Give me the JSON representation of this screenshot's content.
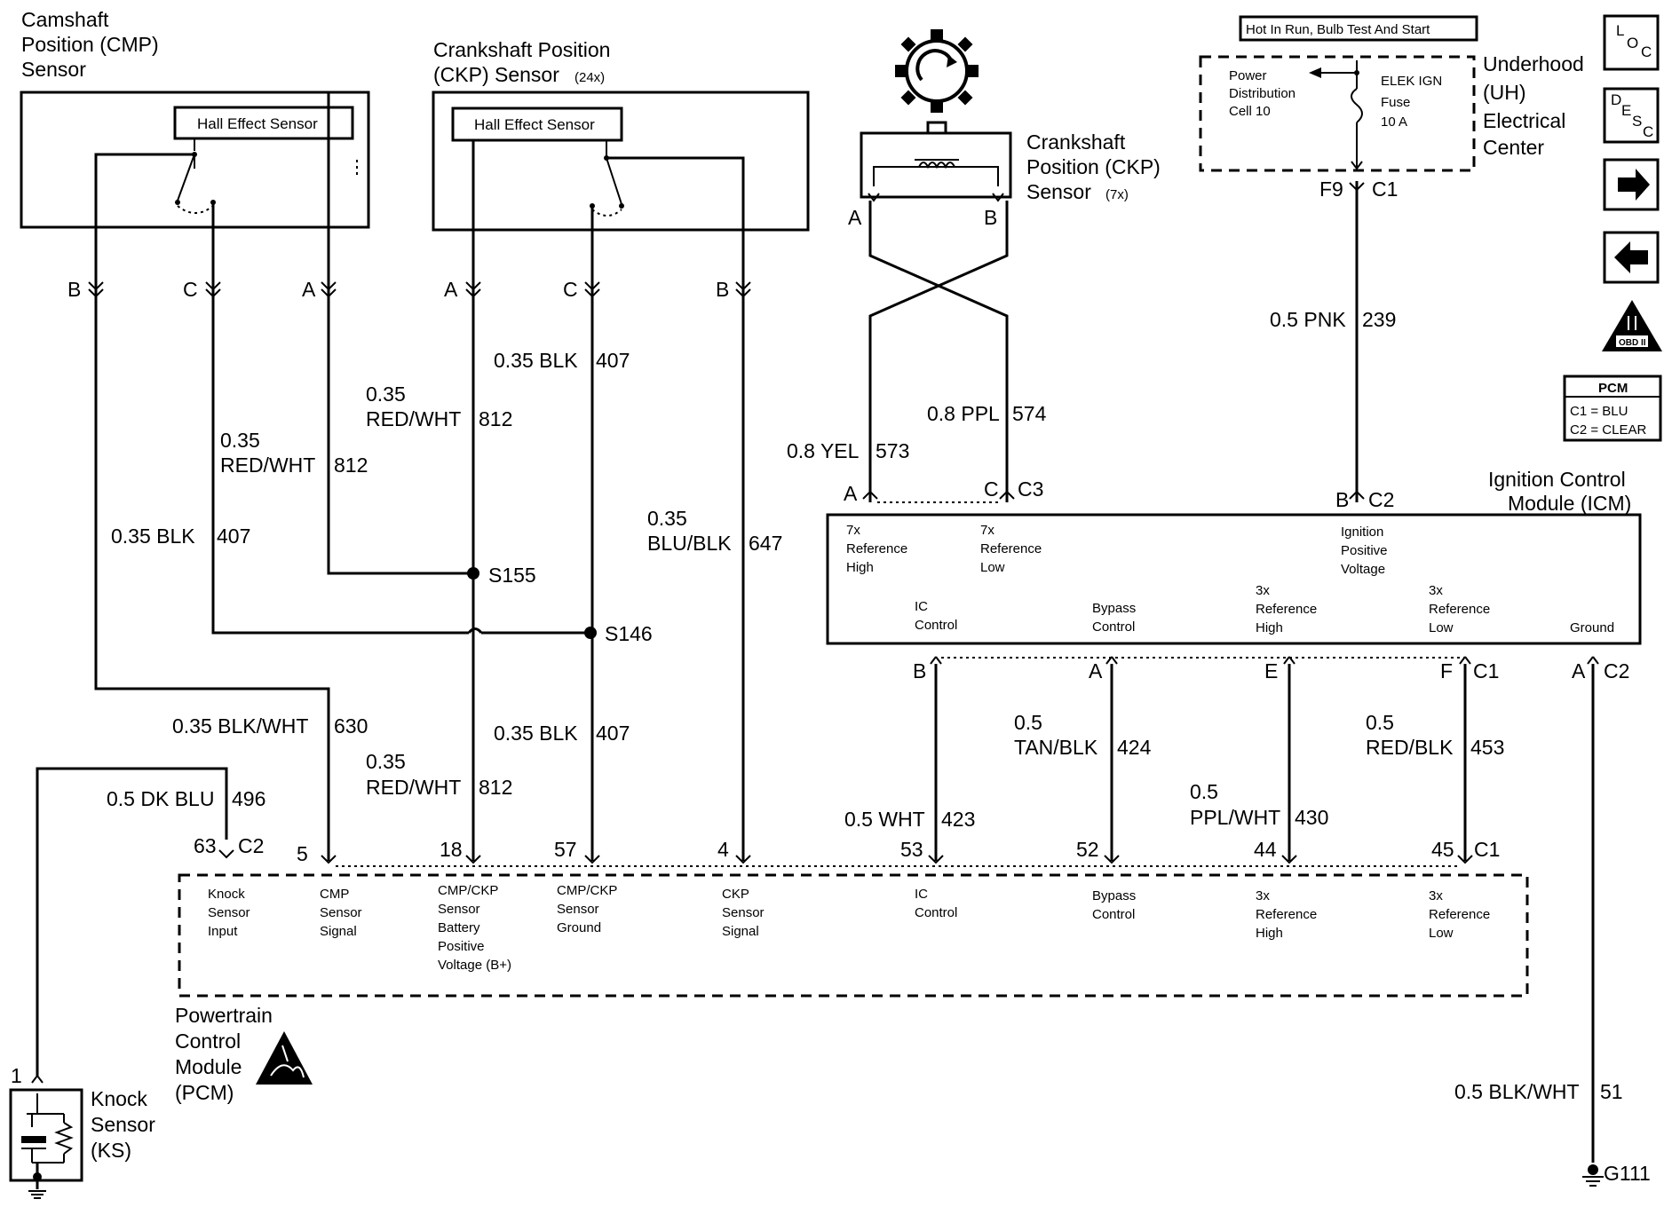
{
  "cmp_sensor": {
    "title": [
      "Camshaft",
      "Position (CMP)",
      "Sensor"
    ],
    "hall": "Hall Effect Sensor",
    "pins": {
      "b": "B",
      "c": "C",
      "a": "A"
    }
  },
  "ckp24_sensor": {
    "title1": "Crankshaft Position",
    "title2": "(CKP) Sensor",
    "title2b": "(24x)",
    "hall": "Hall Effect Sensor",
    "pins": {
      "a": "A",
      "c": "C",
      "b": "B"
    }
  },
  "ckp7_sensor": {
    "title1": "Crankshaft",
    "title2": "Position (CKP)",
    "title3": "Sensor",
    "title3b": "(7x)",
    "pin_a": "A",
    "pin_b": "B"
  },
  "uh_center": {
    "header": "Hot In Run, Bulb Test And Start",
    "title": [
      "Underhood",
      "(UH)",
      "Electrical",
      "Center"
    ],
    "pdc": [
      "Power",
      "Distribution",
      "Cell 10"
    ],
    "fuse": [
      "ELEK IGN",
      "Fuse",
      "10 A"
    ],
    "f9": "F9",
    "c1": "C1"
  },
  "nav": {
    "loc": [
      "L",
      "O",
      "C"
    ],
    "desc": [
      "D",
      "E",
      "S",
      "C"
    ],
    "obd": "OBD II",
    "pcm_table": {
      "title": "PCM",
      "c1": "C1 = BLU",
      "c2": "C2 = CLEAR"
    }
  },
  "wires": {
    "cmp_b": {
      "gauge": "0.35 BLK/WHT",
      "circuit": "630"
    },
    "cmp_c": {
      "gauge": "0.35 BLK",
      "circuit": "407"
    },
    "cmp_a": {
      "gauge1": "0.35",
      "gauge2": "RED/WHT",
      "circuit": "812"
    },
    "ckp_a": {
      "gauge1": "0.35",
      "gauge2": "RED/WHT",
      "circuit": "812"
    },
    "ckp_c": {
      "gauge": "0.35 BLK",
      "circuit": "407"
    },
    "ckp_b": {
      "gauge1": "0.35",
      "gauge2": "BLU/BLK",
      "circuit": "647"
    },
    "pcm_812": {
      "gauge1": "0.35",
      "gauge2": "RED/WHT",
      "circuit": "812"
    },
    "pcm_407": {
      "gauge": "0.35 BLK",
      "circuit": "407"
    },
    "ks": {
      "gauge": "0.5 DK BLU",
      "circuit": "496"
    },
    "yel": {
      "gauge": "0.8 YEL",
      "circuit": "573"
    },
    "ppl": {
      "gauge": "0.8 PPL",
      "circuit": "574"
    },
    "pnk": {
      "gauge": "0.5 PNK",
      "circuit": "239"
    },
    "wht": {
      "gauge": "0.5 WHT",
      "circuit": "423"
    },
    "tan": {
      "gauge1": "0.5",
      "gauge2": "TAN/BLK",
      "circuit": "424"
    },
    "pplwht": {
      "gauge1": "0.5",
      "gauge2": "PPL/WHT",
      "circuit": "430"
    },
    "redblk": {
      "gauge1": "0.5",
      "gauge2": "RED/BLK",
      "circuit": "453"
    },
    "gnd": {
      "gauge": "0.5 BLK/WHT",
      "circuit": "51"
    }
  },
  "splices": {
    "s155": "S155",
    "s146": "S146"
  },
  "icm": {
    "title1": "Ignition Control",
    "title2": "Module (ICM)",
    "top_pins": {
      "a": "A",
      "c": "C",
      "c3": "C3",
      "b": "B",
      "c2": "C2"
    },
    "ref7_high": [
      "7x",
      "Reference",
      "High"
    ],
    "ref7_low": [
      "7x",
      "Reference",
      "Low"
    ],
    "ign_pos": [
      "Ignition",
      "Positive",
      "Voltage"
    ],
    "ic": [
      "IC",
      "Control"
    ],
    "bypass": [
      "Bypass",
      "Control"
    ],
    "ref3_high": [
      "3x",
      "Reference",
      "High"
    ],
    "ref3_low": [
      "3x",
      "Reference",
      "Low"
    ],
    "ground": "Ground",
    "bot_pins": {
      "b": "B",
      "a": "A",
      "e": "E",
      "f": "F",
      "c1": "C1",
      "a2": "A",
      "c2": "C2"
    }
  },
  "pcm": {
    "title": [
      "Powertrain",
      "Control",
      "Module",
      "(PCM)"
    ],
    "pins": {
      "p63": "63",
      "c2": "C2",
      "p5": "5",
      "p18": "18",
      "p57": "57",
      "p4": "4",
      "p53": "53",
      "p52": "52",
      "p44": "44",
      "p45": "45",
      "c1": "C1"
    },
    "ks_input": [
      "Knock",
      "Sensor",
      "Input"
    ],
    "cmp_signal": [
      "CMP",
      "Sensor",
      "Signal"
    ],
    "bat": [
      "CMP/CKP",
      "Sensor",
      "Battery",
      "Positive",
      "Voltage (B+)"
    ],
    "gnd": [
      "CMP/CKP",
      "Sensor",
      "Ground"
    ],
    "ckp_signal": [
      "CKP",
      "Sensor",
      "Signal"
    ],
    "ic": [
      "IC",
      "Control"
    ],
    "bypass": [
      "Bypass",
      "Control"
    ],
    "ref3_high": [
      "3x",
      "Reference",
      "High"
    ],
    "ref3_low": [
      "3x",
      "Reference",
      "Low"
    ]
  },
  "knock_sensor": {
    "pin": "1",
    "title": [
      "Knock",
      "Sensor",
      "(KS)"
    ]
  },
  "ground_label": "G111"
}
